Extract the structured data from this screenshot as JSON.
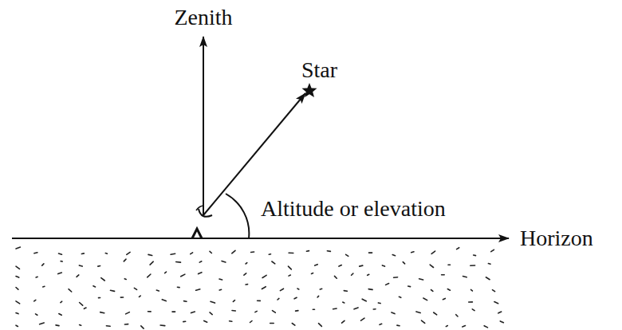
{
  "diagram": {
    "labels": [
      "Zenith",
      "Star",
      "Altitude or elevation",
      "Horizon"
    ]
  }
}
